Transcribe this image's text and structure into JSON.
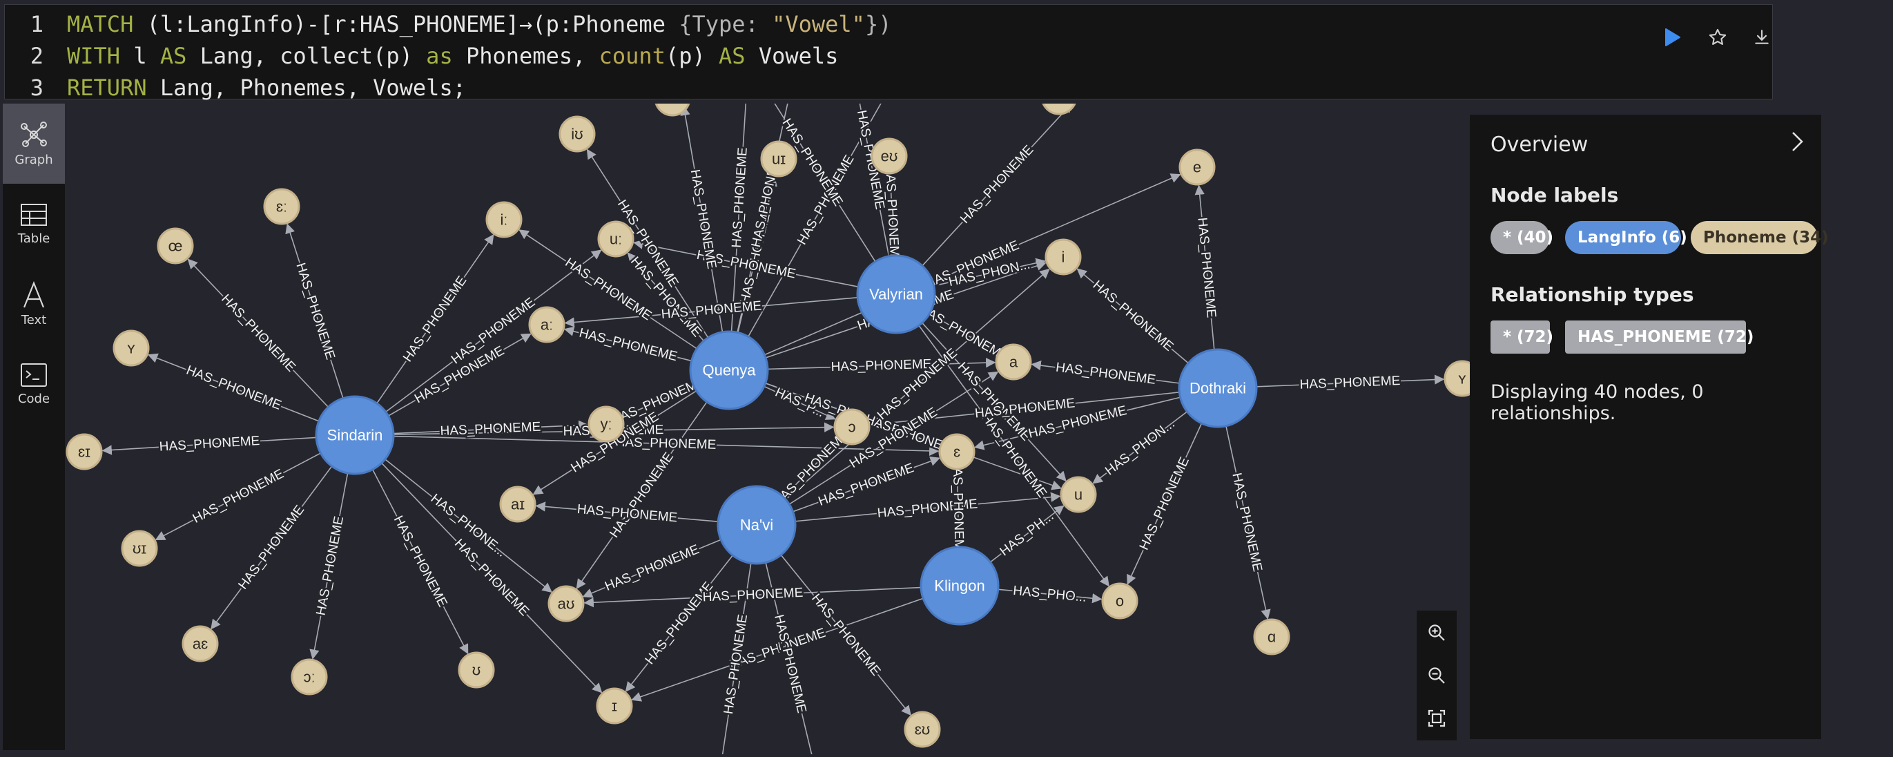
{
  "editor": {
    "lines": [
      {
        "num": "1",
        "parts": [
          {
            "t": "MATCH",
            "c": "kw"
          },
          {
            "t": " (l:LangInfo)-[r:HAS_PHONEME]→(p:Phoneme ",
            "c": ""
          },
          {
            "t": "{Type: ",
            "c": "cp"
          },
          {
            "t": "\"Vowel\"",
            "c": "str"
          },
          {
            "t": "})",
            "c": "cp"
          }
        ]
      },
      {
        "num": "2",
        "parts": [
          {
            "t": "WITH",
            "c": "kw"
          },
          {
            "t": " l ",
            "c": ""
          },
          {
            "t": "AS",
            "c": "kw"
          },
          {
            "t": " Lang, collect(p) ",
            "c": ""
          },
          {
            "t": "as",
            "c": "kw"
          },
          {
            "t": " Phonemes, ",
            "c": ""
          },
          {
            "t": "count",
            "c": "fn"
          },
          {
            "t": "(p) ",
            "c": ""
          },
          {
            "t": "AS",
            "c": "kw"
          },
          {
            "t": " Vowels",
            "c": ""
          }
        ]
      },
      {
        "num": "3",
        "parts": [
          {
            "t": "RETURN",
            "c": "kw"
          },
          {
            "t": " Lang, Phonemes, Vowels;",
            "c": ""
          }
        ]
      }
    ]
  },
  "toolbar": {
    "run_icon": "play-icon",
    "favorite_icon": "star-icon",
    "download_icon": "download-icon"
  },
  "sidebar": {
    "items": [
      {
        "label": "Graph",
        "icon": "graph-icon",
        "active": true
      },
      {
        "label": "Table",
        "icon": "table-icon",
        "active": false
      },
      {
        "label": "Text",
        "icon": "text-icon",
        "active": false
      },
      {
        "label": "Code",
        "icon": "code-icon",
        "active": false
      }
    ]
  },
  "graph": {
    "edge_label": "HAS_PHONEME",
    "colors": {
      "lang": "#5b8fd9",
      "lang_border": "#4a7ac4",
      "phoneme": "#dbcba5",
      "phoneme_border": "#c4b08a",
      "edge": "#a8abb3",
      "background": "#25262d"
    },
    "languages": [
      {
        "id": "Sindarin",
        "label": "Sindarin"
      },
      {
        "id": "Quenya",
        "label": "Quenya"
      },
      {
        "id": "Valyrian",
        "label": "Valyrian"
      },
      {
        "id": "Navi",
        "label": "Na'vi"
      },
      {
        "id": "Klingon",
        "label": "Klingon"
      },
      {
        "id": "Dothraki",
        "label": "Dothraki"
      }
    ],
    "phonemes": [
      "ɛː",
      "œ",
      "ʏ",
      "ɛɪ",
      "ʊɪ",
      "aɛ",
      "ɔː",
      "ʊ",
      "ɪ",
      "aɪ",
      "aʊ",
      "iː",
      "uː",
      "aː",
      "yː",
      "iʊ",
      "uɪ",
      "eʊ",
      "e",
      "i",
      "a",
      "ɔ",
      "ɛ",
      "u",
      "o",
      "ɑ",
      "ɛʊ",
      "ʏ2"
    ],
    "phoneme_labels": {
      "ʏ2": "ʏ"
    },
    "truncated_labels": [
      "HAS_PHON...",
      "HAS_PHONE...",
      "HAS_PH...",
      "HAS_PHO...",
      "HAS_P...",
      "HAS_PHONEM..."
    ]
  },
  "overview": {
    "title": "Overview",
    "collapse_icon": "chevron-right-icon",
    "node_labels_heading": "Node labels",
    "node_labels": [
      {
        "text": "* (40)",
        "color": "#a6a8ad",
        "textColor": "#ffffff"
      },
      {
        "text": "LangInfo (6)",
        "color": "#5b8fd9",
        "textColor": "#ffffff"
      },
      {
        "text": "Phoneme (34)",
        "color": "#dbcba5",
        "textColor": "#3a3326"
      }
    ],
    "rel_types_heading": "Relationship types",
    "rel_types": [
      {
        "text": "* (72)",
        "color": "#a6a8ad"
      },
      {
        "text": "HAS_PHONEME (72)",
        "color": "#a6a8ad"
      }
    ],
    "summary": "Displaying 40 nodes, 0 relationships."
  },
  "zoom": {
    "zoom_in_icon": "zoom-in-icon",
    "zoom_out_icon": "zoom-out-icon",
    "fit_icon": "fit-to-screen-icon"
  }
}
